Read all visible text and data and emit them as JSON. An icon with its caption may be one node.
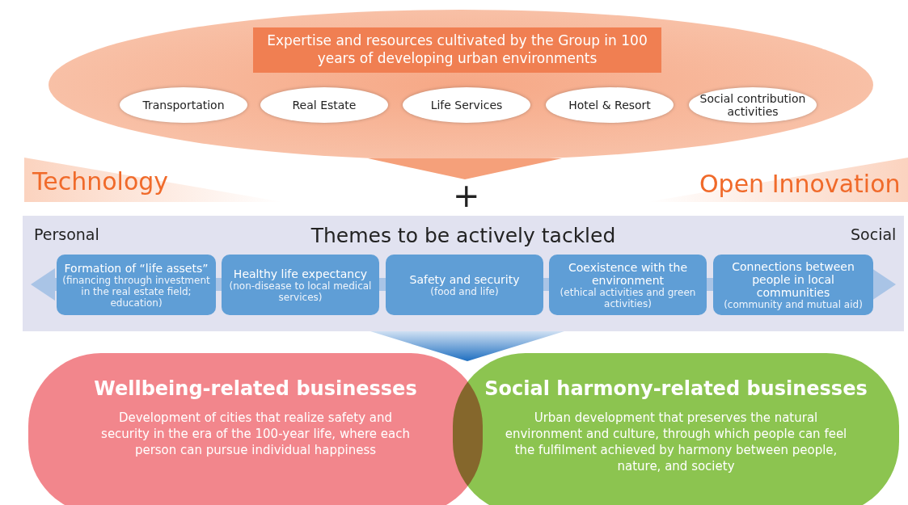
{
  "diagram": {
    "nodes": [
      {
        "text": [
          "Expertise and resources cultivated by the Group in 100 years of developing urban environments"
        ]
      },
      {
        "text": [
          "Transportation"
        ],
        "in": 0
      },
      {
        "text": [
          "Real Estate"
        ],
        "in": 0
      },
      {
        "text": [
          "Life Services"
        ],
        "in": 0
      },
      {
        "text": [
          "Hotel & Resort"
        ],
        "in": 0
      },
      {
        "text": [
          "Social contribution activities"
        ],
        "in": 0
      },
      {
        "text": [],
        "shape": "triangle"
      },
      {
        "text": [
          "Themes to be actively tackled"
        ]
      },
      {
        "text": [
          "Formation of “life assets”",
          "(financing through investment in the real estate field; education)"
        ],
        "in": 7
      },
      {
        "text": [
          "Healthy life expectancy",
          "(non-disease to local medical services)"
        ],
        "in": 7
      },
      {
        "text": [
          "Safety and security",
          "(food and life)"
        ],
        "in": 7
      },
      {
        "text": [
          "Coexistence with the environment",
          "(ethical activities and green activities)"
        ],
        "in": 7
      },
      {
        "text": [
          "Connections between people in local communities",
          "(community and mutual aid)"
        ],
        "in": 7
      },
      {
        "text": [],
        "shape": "triangle"
      },
      {
        "text": [
          "Wellbeing-related businesses",
          "Development of cities that realize safety and security in the era of the 100-year life, where each person can pursue individual happiness"
        ]
      },
      {
        "text": [
          "Social harmony-related businesses",
          "Urban development that preserves the natural environment and culture, through which people can feel the fulfilment achieved by harmony between people, nature, and society"
        ]
      }
    ],
    "labels": [
      "Technology",
      "+",
      "Open Innovation",
      "Personal",
      "Social"
    ]
  }
}
